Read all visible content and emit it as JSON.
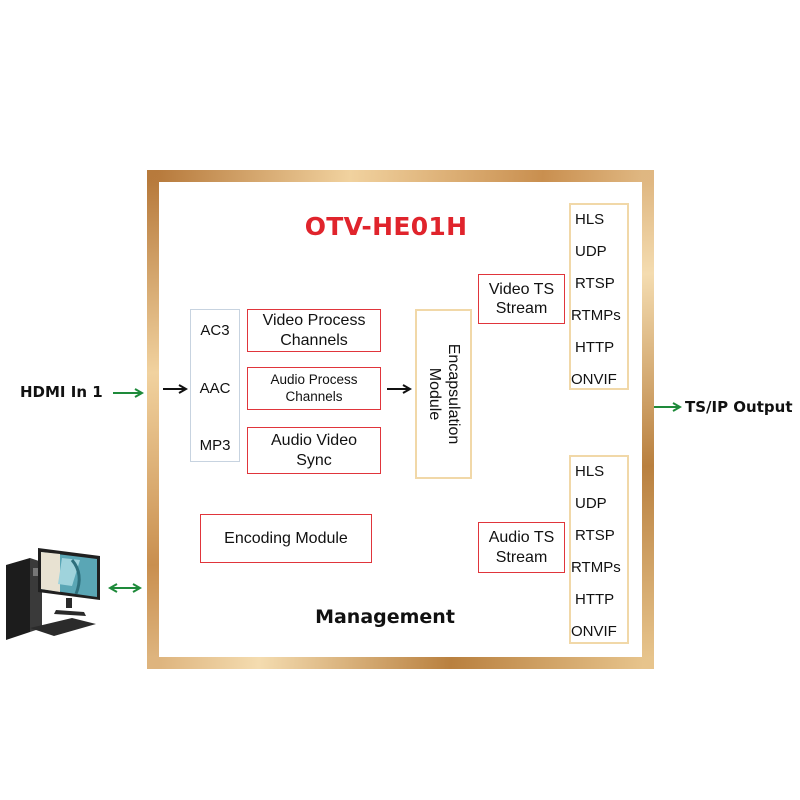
{
  "title": "OTV-HE01H",
  "management_label": "Management",
  "inputs": {
    "hdmi_label": "HDMI In 1"
  },
  "output": {
    "label": "TS/IP Output"
  },
  "codecs": [
    "AC3",
    "AAC",
    "MP3"
  ],
  "process_boxes": {
    "video_process": [
      "Video Process",
      "Channels"
    ],
    "audio_process": [
      "Audio Process",
      "Channels"
    ],
    "av_sync": [
      "Audio Video",
      "Sync"
    ]
  },
  "encoding_module": "Encoding Module",
  "encapsulation": [
    "Encapsulation",
    "Module"
  ],
  "streams": {
    "video_ts": [
      "Video TS",
      "Stream"
    ],
    "audio_ts": [
      "Audio TS",
      "Stream"
    ]
  },
  "protocols_video": [
    "HLS",
    "UDP",
    "RTSP",
    "RTMPs",
    "HTTP",
    "ONVIF"
  ],
  "protocols_audio": [
    "HLS",
    "UDP",
    "RTSP",
    "RTMPs",
    "HTTP",
    "ONVIF"
  ],
  "colors": {
    "title_red": "#e0242c",
    "box_red": "#e0353b",
    "gold": "#d9a766",
    "arrow_green": "#1e8a3a"
  },
  "icons": {
    "computer": "desktop-computer-icon"
  }
}
